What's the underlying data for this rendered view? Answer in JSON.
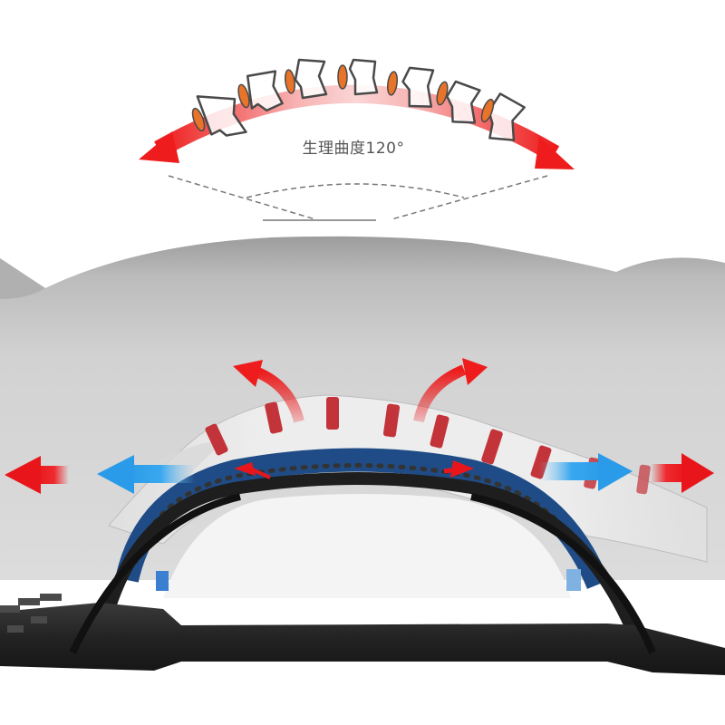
{
  "illustration": {
    "subject": "back stretcher under lumbar spine",
    "curve_label": "生理曲度120°",
    "angle_degrees": 120
  },
  "colors": {
    "background": "#ffffff",
    "body_gray": "#cfcfcf",
    "arrow_red": "#e8161b",
    "arrow_blue": "#2a9be8",
    "disc_orange": "#e8742a",
    "vertebra_outline": "#4a4a4a",
    "stretcher_blue": "#1f4c86",
    "stretcher_black": "#1e1e1e",
    "muscle_red": "#c3343a",
    "pad_light_blue": "#7fb2e0"
  },
  "icons": {
    "top_curve_arrow": "double-headed-curved-arrow",
    "outward_arrows": [
      "arrow-left-red",
      "arrow-left-blue",
      "arrow-right-blue",
      "arrow-right-red"
    ],
    "lift_arrows": [
      "curved-arrow-up-left",
      "curved-arrow-up-right"
    ]
  }
}
